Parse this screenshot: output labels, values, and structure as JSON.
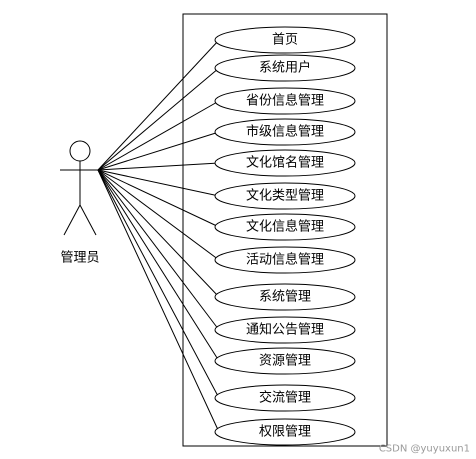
{
  "actor": {
    "label": "管理员"
  },
  "use_cases": [
    {
      "label": "首页"
    },
    {
      "label": "系统用户"
    },
    {
      "label": "省份信息管理"
    },
    {
      "label": "市级信息管理"
    },
    {
      "label": "文化馆名管理"
    },
    {
      "label": "文化类型管理"
    },
    {
      "label": "文化信息管理"
    },
    {
      "label": "活动信息管理"
    },
    {
      "label": "系统管理"
    },
    {
      "label": "通知公告管理"
    },
    {
      "label": "资源管理"
    },
    {
      "label": "交流管理"
    },
    {
      "label": "权限管理"
    }
  ],
  "watermark": "CSDN @yuyuxun1"
}
